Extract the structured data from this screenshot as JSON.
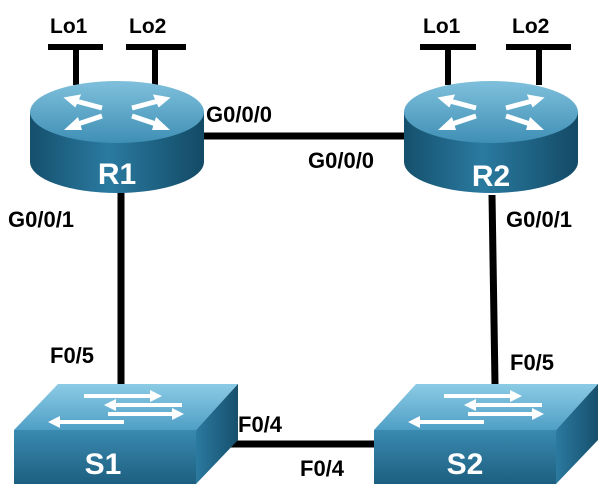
{
  "devices": {
    "r1": {
      "name": "R1",
      "loopbacks": [
        "Lo1",
        "Lo2"
      ]
    },
    "r2": {
      "name": "R2",
      "loopbacks": [
        "Lo1",
        "Lo2"
      ]
    },
    "s1": {
      "name": "S1"
    },
    "s2": {
      "name": "S2"
    }
  },
  "links": {
    "r1_r2": {
      "a_port": "G0/0/0",
      "b_port": "G0/0/0"
    },
    "r1_s1": {
      "a_port": "G0/0/1",
      "b_port": "F0/5"
    },
    "r2_s2": {
      "a_port": "G0/0/1",
      "b_port": "F0/5"
    },
    "s1_s2": {
      "a_port": "F0/4",
      "b_port": "F0/4"
    }
  },
  "colors": {
    "router_top": "#4a9bbf",
    "router_side": "#1f6385",
    "switch_top": "#6db3d4",
    "switch_side": "#2d7ea6",
    "link": "#000000",
    "label_on_device": "#ffffff"
  },
  "icons": {
    "router": "router-icon",
    "switch": "switch-icon"
  }
}
